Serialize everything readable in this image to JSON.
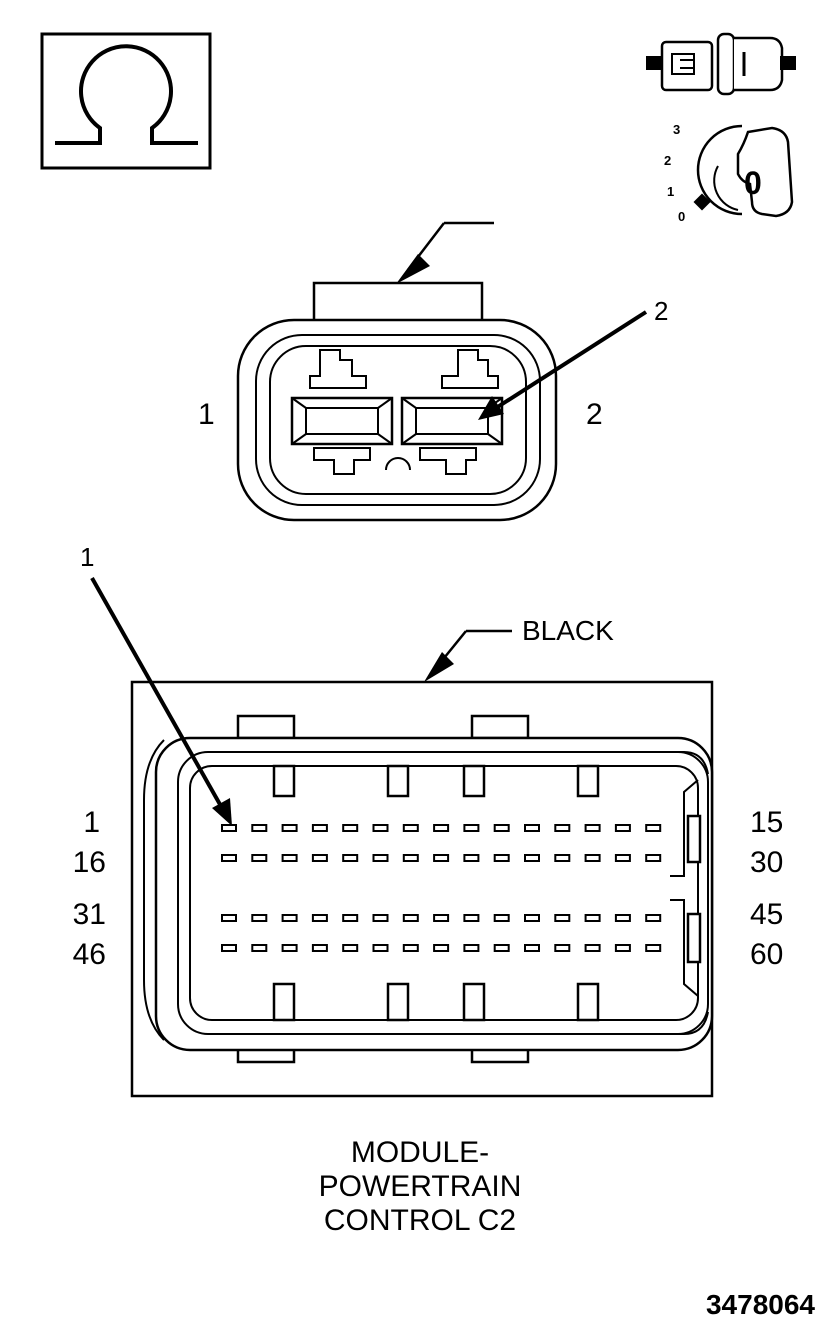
{
  "ohm_icon": {
    "symbol": "Ω"
  },
  "key_icon": {
    "positions": [
      "3",
      "2",
      "1",
      "0"
    ],
    "key_label": "0"
  },
  "two_way_connector": {
    "callout_label": "2",
    "pin_labels": {
      "left": "1",
      "right": "2"
    }
  },
  "pcm_connector": {
    "callout_label": "1",
    "color_label": "BLACK",
    "row_labels": {
      "left": [
        "1",
        "16",
        "31",
        "46"
      ],
      "right": [
        "15",
        "30",
        "45",
        "60"
      ]
    },
    "pins_per_row": 15
  },
  "caption": {
    "line1": "MODULE-",
    "line2": "POWERTRAIN",
    "line3": "CONTROL C2"
  },
  "figure_id": "3478064"
}
